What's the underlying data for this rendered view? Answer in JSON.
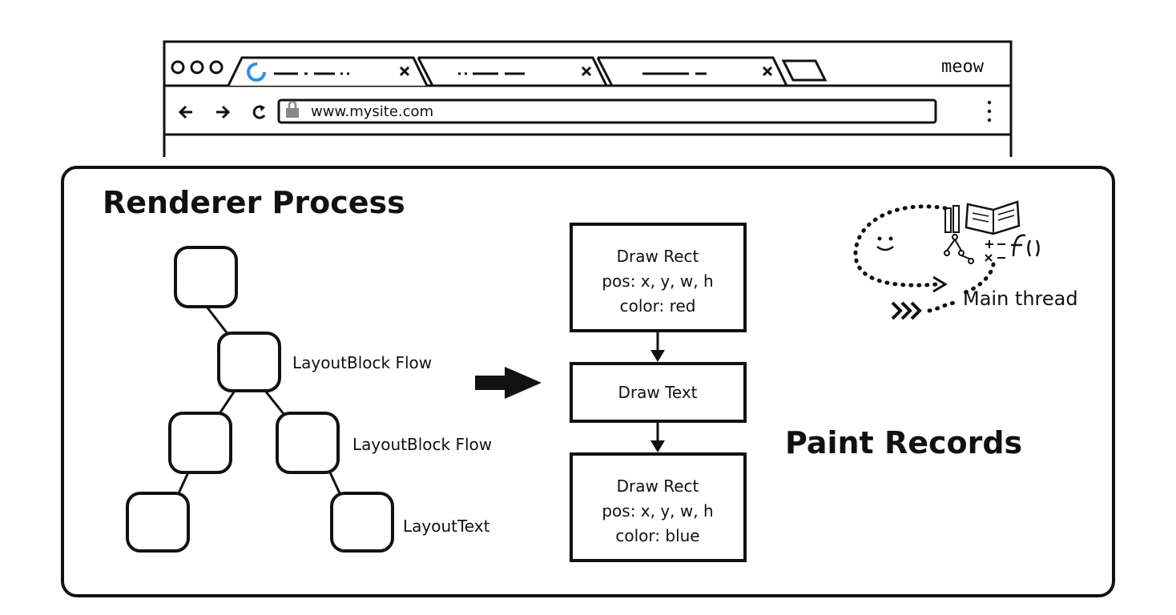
{
  "browser": {
    "brand_label": "meow",
    "address_url": "www.mysite.com",
    "tabs": [
      {
        "name": "tab-active"
      },
      {
        "name": "tab-2"
      },
      {
        "name": "tab-3"
      }
    ]
  },
  "renderer": {
    "title": "Renderer Process",
    "layout_labels": {
      "block_flow_1": "LayoutBlock Flow",
      "block_flow_2": "LayoutBlock Flow",
      "layout_text": "LayoutText"
    },
    "paint_records": {
      "heading": "Paint Records",
      "records": [
        {
          "line1": "Draw Rect",
          "line2": "pos: x, y, w, h",
          "line3": "color: red"
        },
        {
          "line1": "Draw Text"
        },
        {
          "line1": "Draw Rect",
          "line2": "pos: x, y, w, h",
          "line3": "color: blue"
        }
      ]
    },
    "main_thread_label": "Main thread"
  },
  "icons": {
    "traffic_lights": "window-controls-icon",
    "back": "back-arrow-icon",
    "forward": "forward-arrow-icon",
    "reload": "reload-icon",
    "lock": "lock-icon",
    "menu": "kebab-menu-icon",
    "close": "tab-close-icon",
    "new_tab": "new-tab-icon",
    "loading": "loading-spinner-icon",
    "main_thread": "main-thread-character-icon"
  },
  "colors": {
    "ink": "#111111",
    "spinner": "#2f8fe6",
    "lock": "#888888"
  }
}
